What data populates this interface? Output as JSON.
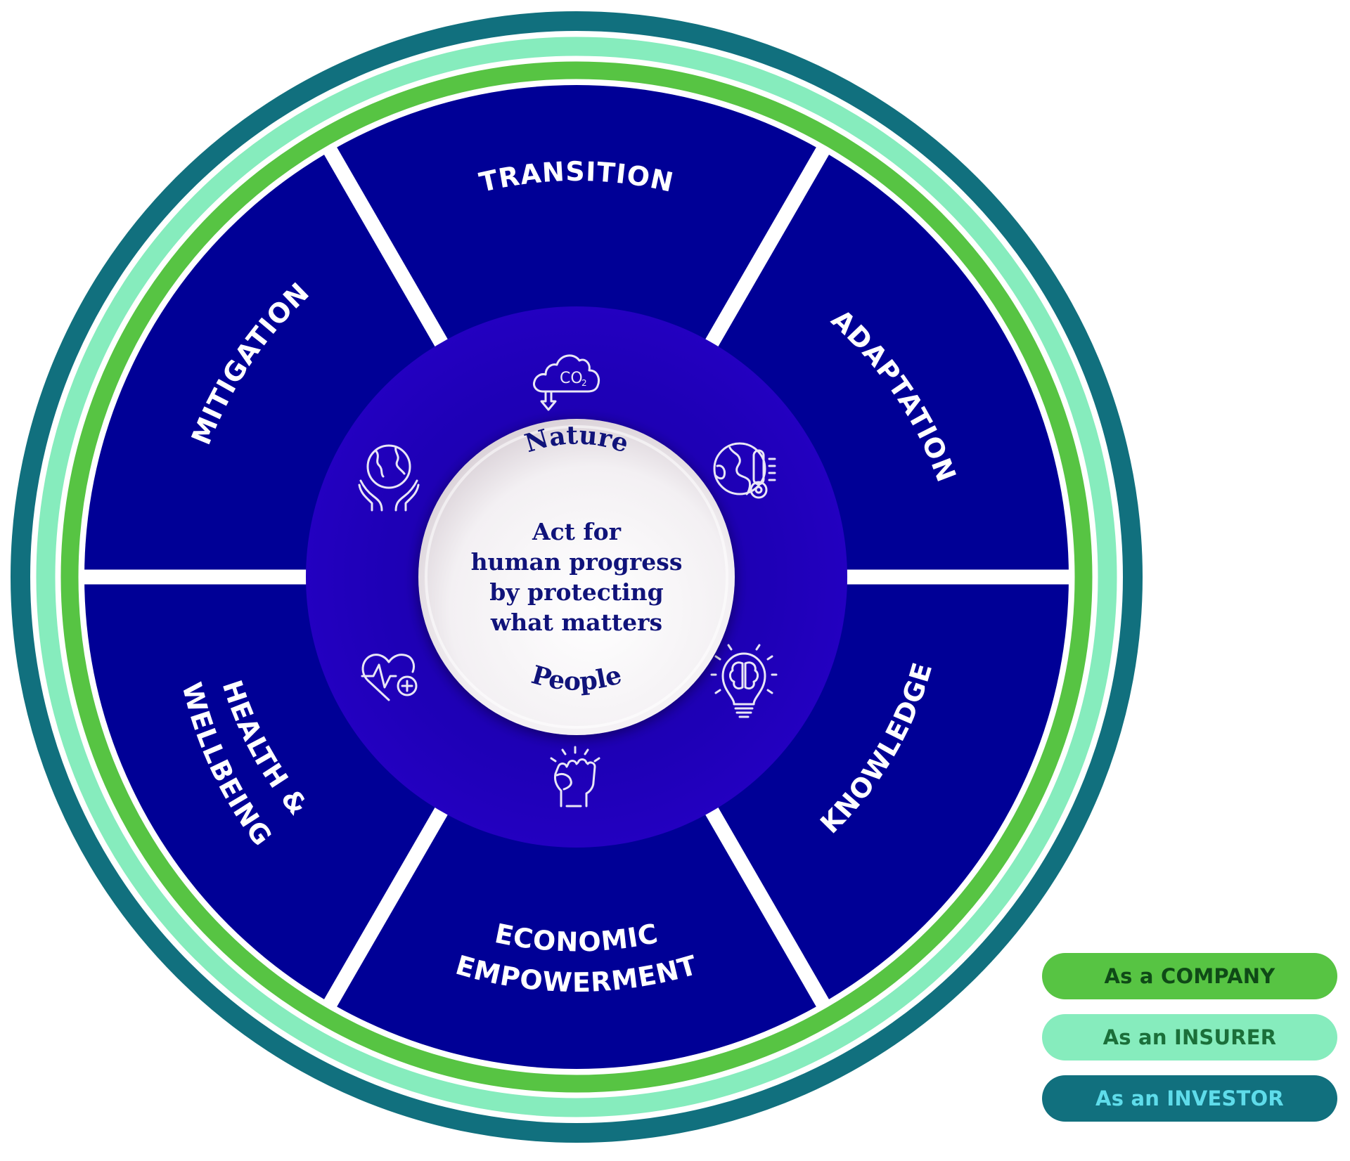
{
  "diagram": {
    "type": "wheel",
    "core": {
      "top_label": "Nature",
      "bottom_label": "People",
      "mission_lines": [
        "Act for",
        "human progress",
        "by protecting",
        "what matters"
      ]
    },
    "segments": [
      {
        "id": "transition",
        "lines": [
          "TRANSITION"
        ],
        "icon": "co2-cloud-down-icon"
      },
      {
        "id": "adaptation",
        "lines": [
          "ADAPTATION"
        ],
        "icon": "globe-thermometer-icon"
      },
      {
        "id": "knowledge",
        "lines": [
          "KNOWLEDGE"
        ],
        "icon": "lightbulb-brain-icon"
      },
      {
        "id": "economic-empowerment",
        "lines": [
          "ECONOMIC",
          "EMPOWERMENT"
        ],
        "icon": "raised-fist-icon"
      },
      {
        "id": "health-wellbeing",
        "lines": [
          "HEALTH &",
          "WELLBEING"
        ],
        "icon": "heart-pulse-plus-icon"
      },
      {
        "id": "mitigation",
        "lines": [
          "MITIGATION"
        ],
        "icon": "hands-globe-icon"
      }
    ],
    "rings": [
      {
        "name": "company",
        "color": "#57c443"
      },
      {
        "name": "insurer",
        "color": "#86ecbd"
      },
      {
        "name": "investor",
        "color": "#11707e"
      }
    ],
    "colors": {
      "segment_fill": "#000096",
      "inner_disc": "#1c00b4",
      "core_text": "#10137a",
      "label_text": "#ffffff"
    }
  },
  "legend": [
    {
      "label": "As a COMPANY",
      "bg": "#57c443",
      "fg": "#0f4a17"
    },
    {
      "label": "As an INSURER",
      "bg": "#86ecbd",
      "fg": "#1b6f3a"
    },
    {
      "label": "As an INVESTOR",
      "bg": "#11707e",
      "fg": "#5fdcea"
    }
  ]
}
